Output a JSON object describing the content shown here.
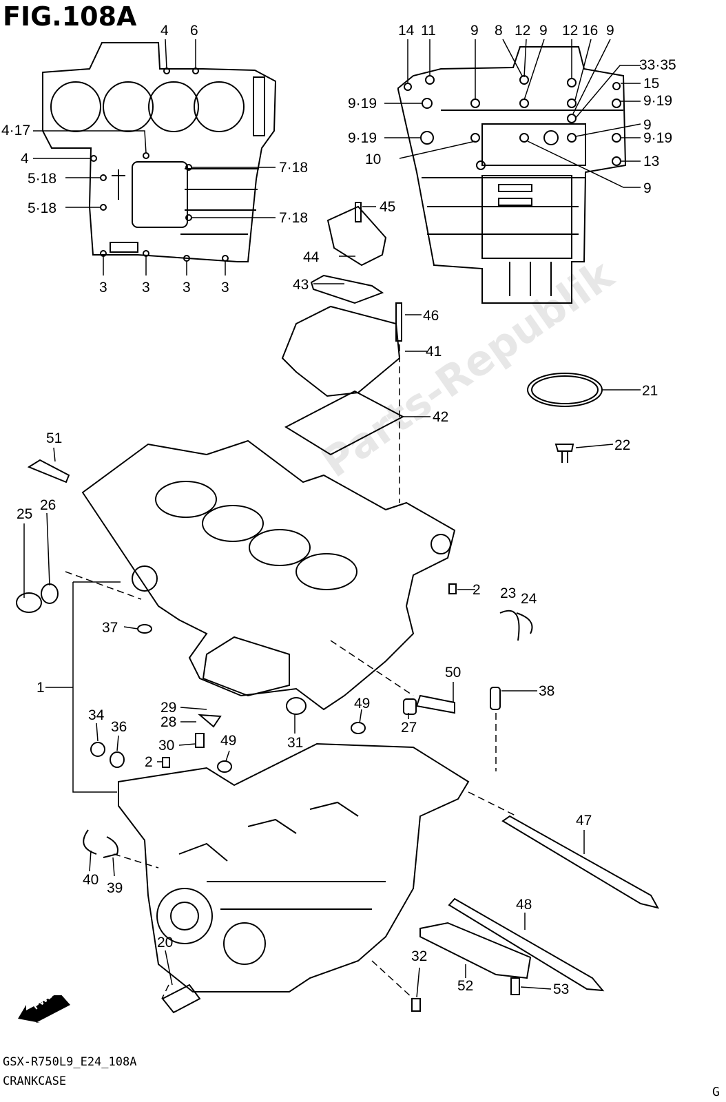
{
  "header": {
    "figure_title": "FIG.108A"
  },
  "footer": {
    "model_code": "GSX-R750L9_E24_108A",
    "part_name": "CRANKCASE",
    "corner_letter": "G"
  },
  "watermark": {
    "text": "Parts-Republik"
  },
  "fwd_badge": {
    "label": "FWD"
  },
  "callouts": {
    "c1": "4",
    "c2": "6",
    "c3": "4·17",
    "c4": "4",
    "c5": "5·18",
    "c6": "5·18",
    "c7": "7·18",
    "c8": "7·18",
    "c9": "3",
    "c10": "3",
    "c11": "3",
    "c12": "3",
    "c13": "14",
    "c14": "11",
    "c15": "9",
    "c16": "8",
    "c17": "12",
    "c18": "9",
    "c19": "12",
    "c20": "16",
    "c21": "9",
    "c22": "33·35",
    "c23": "15",
    "c24": "9·19",
    "c25": "9",
    "c26": "9·19",
    "c27": "13",
    "c28": "9",
    "c29": "9·19",
    "c30": "9·19",
    "c31": "10",
    "c32": "45",
    "c33": "44",
    "c34": "43",
    "c35": "46",
    "c36": "41",
    "c37": "42",
    "c38": "21",
    "c39": "22",
    "c40": "51",
    "c41": "25",
    "c42": "26",
    "c43": "2",
    "c44": "23",
    "c45": "24",
    "c46": "37",
    "c47": "1",
    "c48": "50",
    "c49": "38",
    "c50": "49",
    "c51": "29",
    "c52": "28",
    "c53": "34",
    "c54": "36",
    "c55": "30",
    "c56": "49",
    "c57": "27",
    "c58": "31",
    "c59": "2",
    "c60": "47",
    "c61": "40",
    "c62": "39",
    "c63": "48",
    "c64": "20",
    "c65": "32",
    "c66": "52",
    "c67": "53"
  }
}
